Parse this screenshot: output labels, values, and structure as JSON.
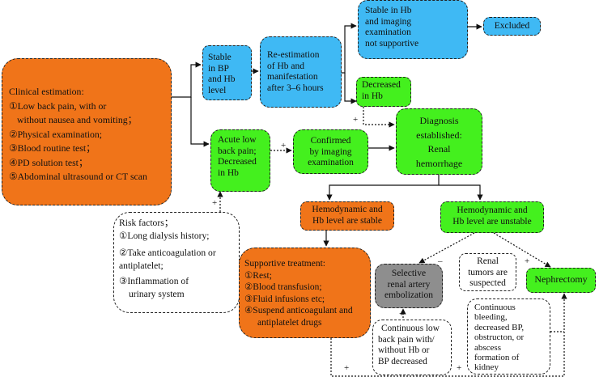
{
  "clinical": {
    "title": "Clinical estimation:",
    "items": [
      "①Low back pain, with or",
      "without nausea and vomiting；",
      "②Physical examination;",
      "③Blood routine test；",
      "④PD solution test；",
      "⑤Abdominal ultrasound or CT scan"
    ]
  },
  "stable_bp_hb": [
    "Stable",
    "in BP",
    "and Hb",
    "level"
  ],
  "reestimation": [
    "Re-estimation",
    "of Hb and",
    "manifestation",
    "after 3–6 hours"
  ],
  "stable_hb_imaging": [
    "Stable in Hb",
    "and imaging",
    "examination",
    "not supportive"
  ],
  "excluded": "Excluded",
  "decreased_hb": [
    "Decreased",
    "in Hb"
  ],
  "acute_pain": [
    "Acute low",
    "back pain;",
    "Decreased",
    "in Hb"
  ],
  "confirmed": [
    "Confirmed",
    "by imaging",
    "examination"
  ],
  "diagnosis": [
    "Diagnosis",
    "established:",
    "Renal",
    "hemorrhage"
  ],
  "risk": {
    "title": "Risk factors；",
    "items": [
      "①Long dialysis history;",
      "②Take anticoagulation or",
      "antiplatelet;",
      "③Inflammation of",
      "urinary system"
    ]
  },
  "hemo_stable": [
    "Hemodynamic and",
    "Hb level are stable"
  ],
  "hemo_unstable": [
    "Hemodynamic and",
    "Hb level are unstable"
  ],
  "supportive": {
    "title": "Supportive treatment:",
    "items": [
      "①Rest;",
      "②Blood transfusion;",
      "③Fluid infusions etc;",
      "④Suspend anticoagulant and",
      "antiplatelet drugs"
    ]
  },
  "embolization": [
    "Selective",
    "renal artery",
    "embolization"
  ],
  "tumors": [
    "Renal",
    "tumors are",
    "suspected"
  ],
  "nephrectomy": "Nephrectomy",
  "continuous_pain": [
    "Continuous  low",
    "back pain with/",
    "without Hb or",
    "BP decreased"
  ],
  "continuous_bleeding": [
    "Continuous",
    "bleeding,",
    "decreased BP,",
    "obstructon, or",
    "abscess",
    "formation of",
    "kidney"
  ],
  "signs": {
    "plus": "+",
    "minus": "–"
  }
}
